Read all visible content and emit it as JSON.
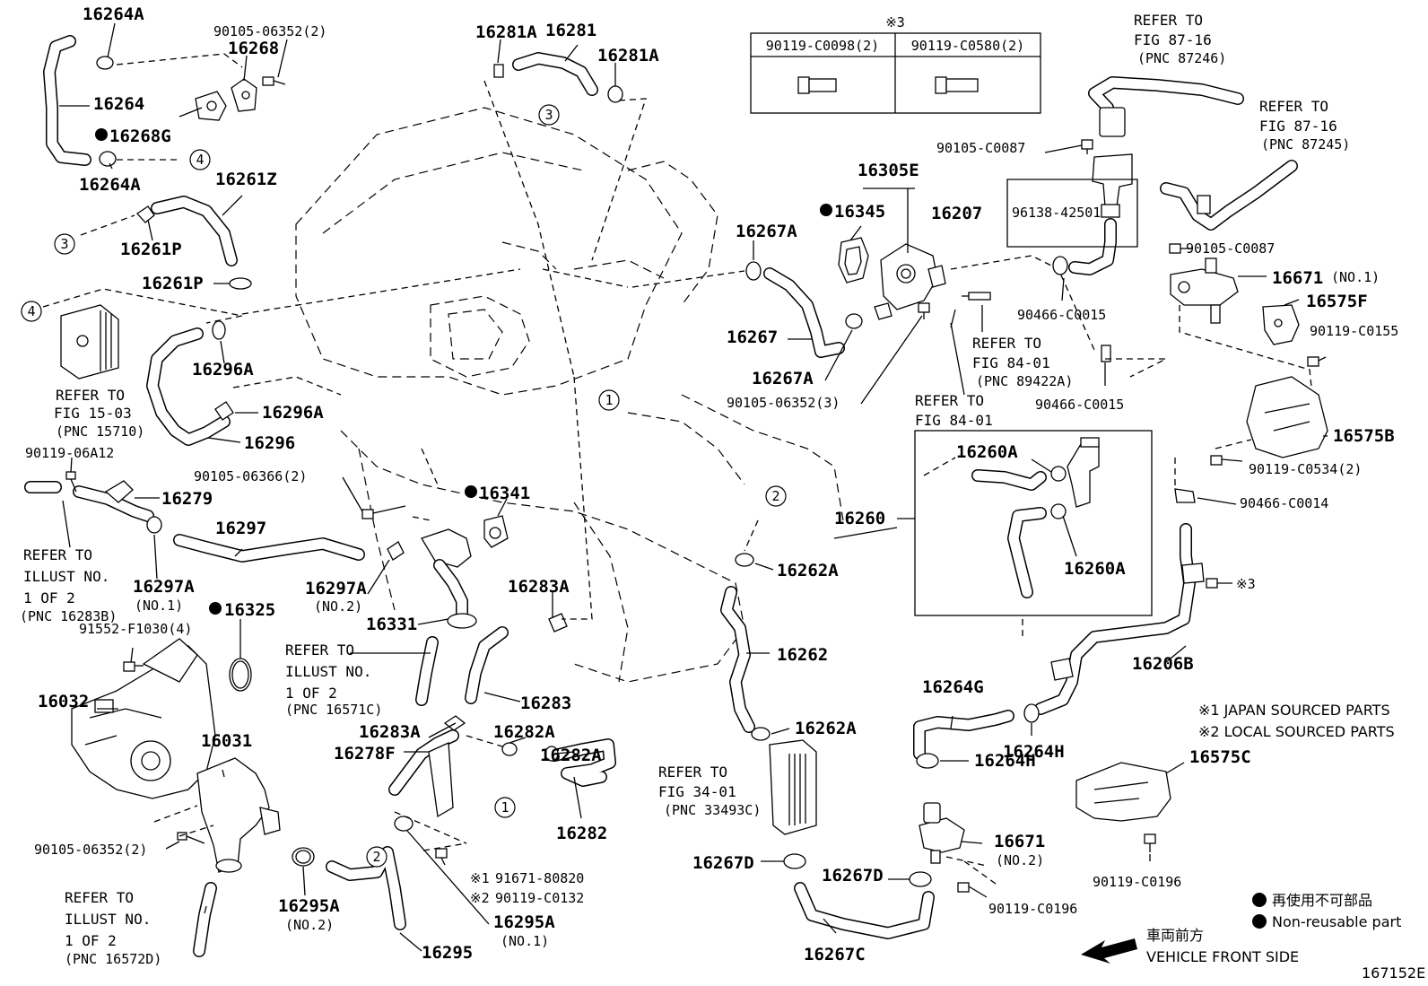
{
  "labels": {
    "p16264A_top": "16264A",
    "p90105_06352_2_top": "90105-06352(2)",
    "p16268": "16268",
    "p16264": "16264",
    "p16268G": "16268G",
    "p16264A_bot": "16264A",
    "p16261Z": "16261Z",
    "p16261P_a": "16261P",
    "p16261P_b": "16261P",
    "p16296A_a": "16296A",
    "p16296A_b": "16296A",
    "p16296": "16296",
    "p90119_06A12": "90119-06A12",
    "p16279": "16279",
    "p16297": "16297",
    "p16297A_1": "16297A",
    "p16297A_1_sub": "(NO.1)",
    "p16297A_2": "16297A",
    "p16297A_2_sub": "(NO.2)",
    "p91552": "91552-F1030(4)",
    "p16325": "16325",
    "p16032": "16032",
    "p16031": "16031",
    "p90105_06352_2_bot": "90105-06352(2)",
    "p16295A_2": "16295A",
    "p16295A_2_sub": "(NO.2)",
    "p16295": "16295",
    "p16295A_1": "16295A",
    "p16295A_1_sub": "(NO.1)",
    "p16281A_a": "16281A",
    "p16281": "16281",
    "p16281A_b": "16281A",
    "p90105_06366": "90105-06366(2)",
    "p16341": "16341",
    "p16331": "16331",
    "p16283A_a": "16283A",
    "p16283": "16283",
    "p16283A_b": "16283A",
    "p16282A_a": "16282A",
    "p16282A_b": "16282A",
    "p16278F": "16278F",
    "p16282": "16282",
    "p91671": "91671-80820",
    "p90119_C0132": "90119-C0132",
    "p16267A_a": "16267A",
    "p16267": "16267",
    "p16267A_b": "16267A",
    "p90105_06352_3": "90105-06352(3)",
    "p16305E": "16305E",
    "p16345": "16345",
    "p16207": "16207",
    "p96138": "96138-42501",
    "p90105_C0087_a": "90105-C0087",
    "p90105_C0087_b": "90105-C0087",
    "p90466_C0015_a": "90466-C0015",
    "p90466_C0015_b": "90466-C0015",
    "p16671_1": "16671",
    "p16671_1_sub": "(NO.1)",
    "p16575F": "16575F",
    "p90119_C0155": "90119-C0155",
    "p16575B": "16575B",
    "p90119_C0534": "90119-C0534(2)",
    "p90466_C0014": "90466-C0014",
    "p16260": "16260",
    "p16260A_a": "16260A",
    "p16260A_b": "16260A",
    "p16262A_a": "16262A",
    "p16262": "16262",
    "p16262A_b": "16262A",
    "p16206B": "16206B",
    "p16264G": "16264G",
    "p16264H_a": "16264H",
    "p16264H_b": "16264H",
    "p16575C": "16575C",
    "p16671_2": "16671",
    "p16671_2_sub": "(NO.2)",
    "p90119_C0196_a": "90119-C0196",
    "p90119_C0196_b": "90119-C0196",
    "p16267D_a": "16267D",
    "p16267D_b": "16267D",
    "p16267C": "16267C",
    "p_x3": "※3"
  },
  "refs": {
    "fig15_03": [
      "REFER TO",
      "FIG 15-03",
      "(PNC 15710)"
    ],
    "illust_16283B": [
      "REFER TO",
      "ILLUST NO.",
      "1 OF 2",
      "(PNC 16283B)"
    ],
    "illust_16571C": [
      "REFER TO",
      "ILLUST NO.",
      "1 OF 2",
      "(PNC 16571C)"
    ],
    "illust_16572D": [
      "REFER TO",
      "ILLUST NO.",
      "1 OF 2",
      "(PNC 16572D)"
    ],
    "fig87_16_a": [
      "REFER TO",
      "FIG 87-16",
      "(PNC 87246)"
    ],
    "fig87_16_b": [
      "REFER TO",
      "FIG 87-16",
      "(PNC 87245)"
    ],
    "fig84_01_a": [
      "REFER TO",
      "FIG 84-01",
      "(PNC 89422A)"
    ],
    "fig84_01_b": [
      "REFER TO",
      "FIG 84-01"
    ],
    "fig34_01": [
      "REFER TO",
      "FIG 34-01",
      "(PNC 33493C)"
    ]
  },
  "bolt_table": {
    "title": "※3",
    "columns": [
      "90119-C0098(2)",
      "90119-C0580(2)"
    ]
  },
  "prefix": {
    "x1": "※1",
    "x2": "※2"
  },
  "circled_refs": [
    "1",
    "2",
    "3",
    "4"
  ],
  "legend": {
    "x1": "※1 JAPAN SOURCED PARTS",
    "x2": "※2 LOCAL SOURCED PARTS",
    "nonreusable_jp": "再使用不可部品",
    "nonreusable_en": "Non-reusable part"
  },
  "direction": {
    "jp": "車両前方",
    "en": "VEHICLE FRONT SIDE"
  },
  "figure_id": "167152E"
}
